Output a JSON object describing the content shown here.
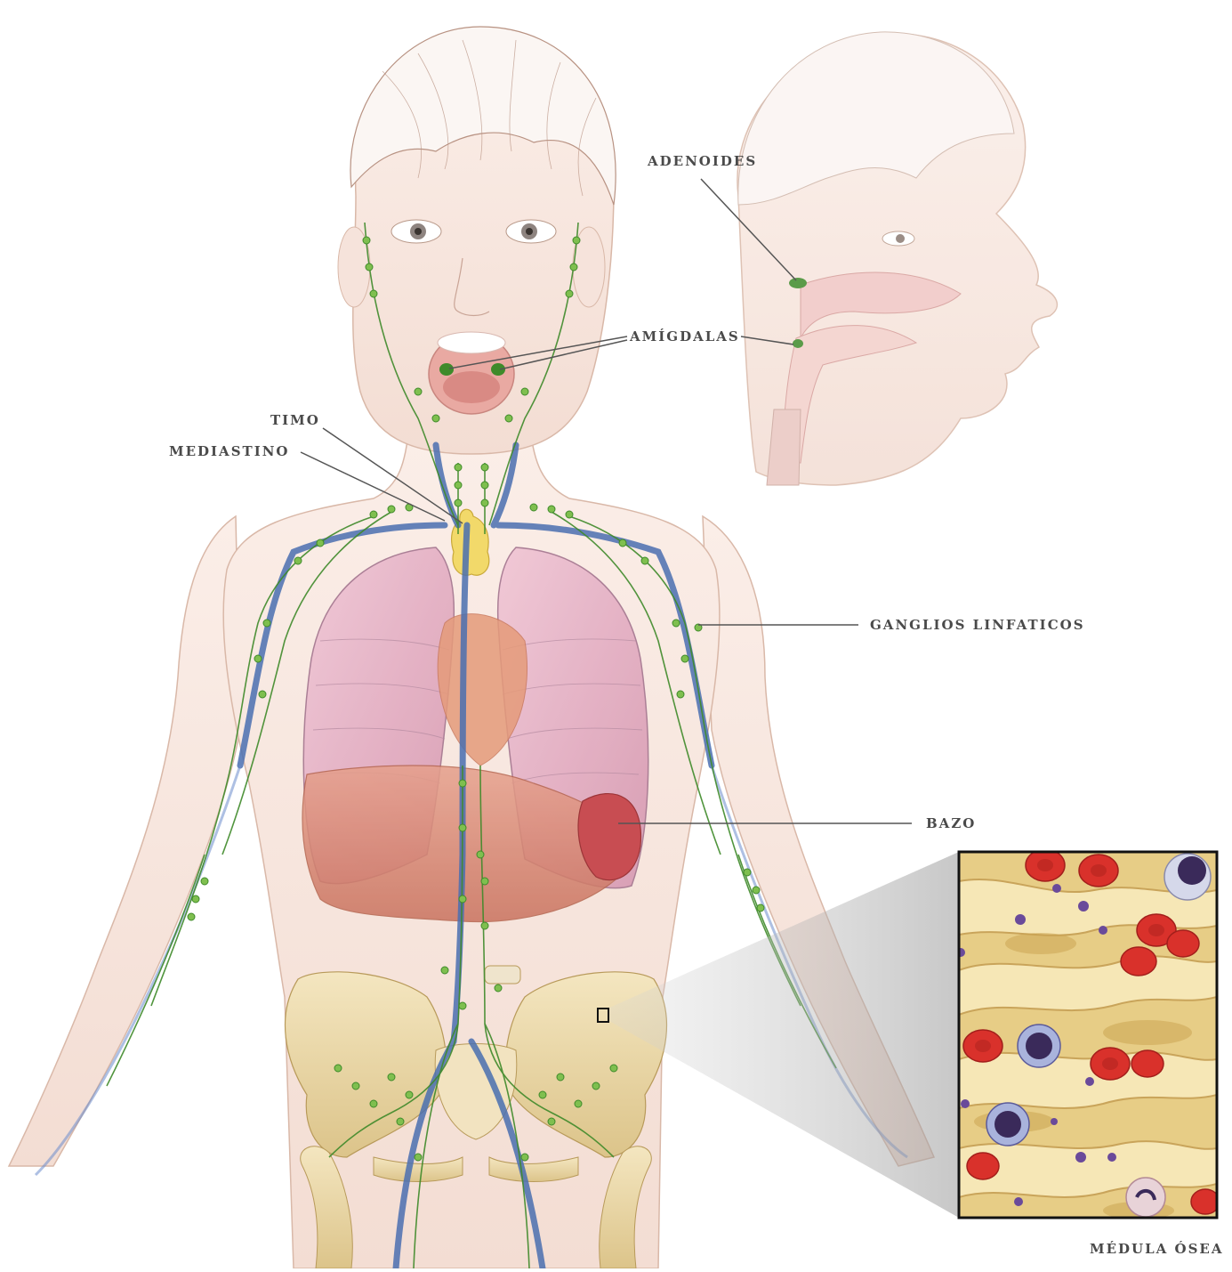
{
  "labels": {
    "adenoids": "ADENOIDES",
    "tonsils": "AMÍGDALAS",
    "thymus": "TIMO",
    "mediastinum": "MEDIASTINO",
    "lymph_nodes": "GANGLIOS LINFATICOS",
    "spleen": "BAZO",
    "bone_marrow": "MÉDULA ÓSEA"
  },
  "colors": {
    "skin": "#f6e3db",
    "skin_outline": "#d9b8a8",
    "lung": "#e7b6c8",
    "liver": "#d98e7a",
    "vein": "#4a6fb0",
    "lymph": "#3f8a2a",
    "node": "#7fbf4f",
    "bone": "#ecd9a8",
    "thymus": "#f2d96a",
    "rbc": "#d9312b",
    "wbc": "#3a2a5a"
  }
}
